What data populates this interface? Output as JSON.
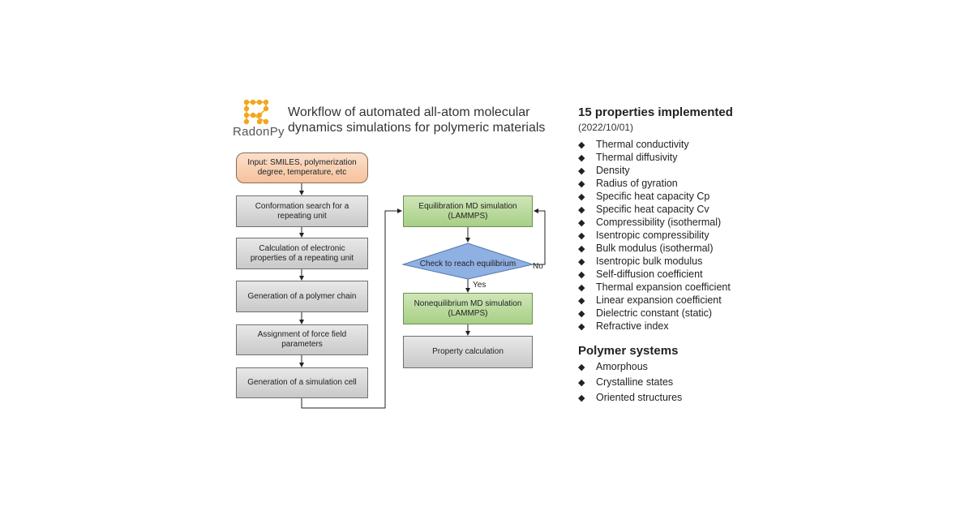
{
  "header": {
    "logo_text": "RadonPy",
    "title": "Workflow of automated all-atom molecular dynamics simulations for polymeric materials"
  },
  "flowchart": {
    "input": "Input: SMILES, polymerization degree, temperature, etc",
    "left_steps": [
      "Conformation search for a repeating unit",
      "Calculation of electronic properties of a repeating unit",
      "Generation of a polymer chain",
      "Assignment of force field parameters",
      "Generation of a simulation cell"
    ],
    "equilibration": "Equilibration MD simulation (LAMMPS)",
    "decision": "Check to reach equilibrium",
    "no_label": "No",
    "yes_label": "Yes",
    "nonequilibrium": "Nonequilibrium MD simulation (LAMMPS)",
    "property": "Property calculation"
  },
  "properties": {
    "title": "15 properties implemented",
    "date": "(2022/10/01)",
    "bullet": "◆",
    "items": [
      "Thermal conductivity",
      "Thermal diffusivity",
      "Density",
      "Radius of gyration",
      "Specific heat capacity Cp",
      "Specific heat capacity Cv",
      "Compressibility (isothermal)",
      "Isentropic compressibility",
      "Bulk modulus (isothermal)",
      "Isentropic bulk modulus",
      "Self-diffusion coefficient",
      "Thermal expansion coefficient",
      "Linear expansion coefficient",
      "Dielectric constant (static)",
      "Refractive index"
    ]
  },
  "systems": {
    "title": "Polymer systems",
    "items": [
      "Amorphous",
      "Crystalline states",
      "Oriented structures"
    ]
  },
  "colors": {
    "logo": "#f2a71b",
    "input_fill": "#f8d0b3",
    "step_fill": "#d9d9d9",
    "green_fill": "#b9da9c",
    "diamond_fill": "#8fb0e3"
  }
}
